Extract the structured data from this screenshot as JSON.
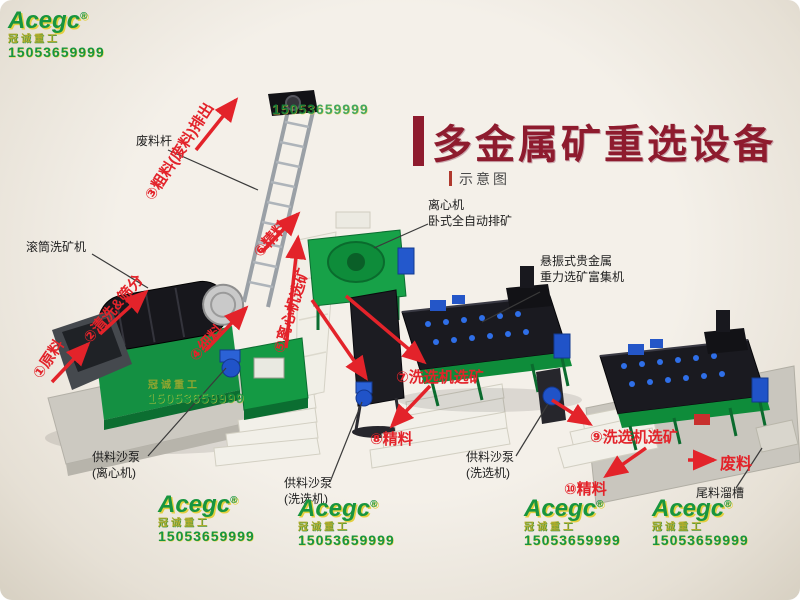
{
  "title": {
    "text": "多金属矿重选设备",
    "subtitle": "示意图"
  },
  "watermark": {
    "brand": "Acegc",
    "reg": "®",
    "company": "冠诚重工",
    "phone": "15053659999"
  },
  "flow_labels": [
    {
      "text": "①原料"
    },
    {
      "text": "②清洗&筛分"
    },
    {
      "text": "③粗料(废料)排出"
    },
    {
      "text": "④细料"
    },
    {
      "text": "⑤离心机选矿"
    },
    {
      "text": "⑥精料"
    },
    {
      "text": "⑦洗选机选矿"
    },
    {
      "text": "⑧精料"
    },
    {
      "text": "⑨洗选机选矿"
    },
    {
      "text": "⑩精料"
    },
    {
      "text": "废料"
    }
  ],
  "equipment_labels": {
    "waste_rod": "废料杆",
    "drum_washer": "滚筒洗矿机",
    "centrifuge_line1": "离心机",
    "centrifuge_line2": "卧式全自动排矿",
    "concentrator_line1": "悬振式贵金属",
    "concentrator_line2": "重力选矿富集机",
    "pump_centrifuge_line1": "供料沙泵",
    "pump_centrifuge_line2": "(离心机)",
    "pump_washer1_line1": "供料沙泵",
    "pump_washer1_line2": "(洗选机)",
    "pump_washer2_line1": "供料沙泵",
    "pump_washer2_line2": "(洗选机)",
    "tailings_chute": "尾料溜槽"
  },
  "colors": {
    "title_red": "#8e1b2e",
    "arrow_red": "#e3232a",
    "machine_green": "#149a44",
    "pump_blue": "#2053c8",
    "watermark_green": "#18953f",
    "background_beige": "#f4f0e9"
  }
}
